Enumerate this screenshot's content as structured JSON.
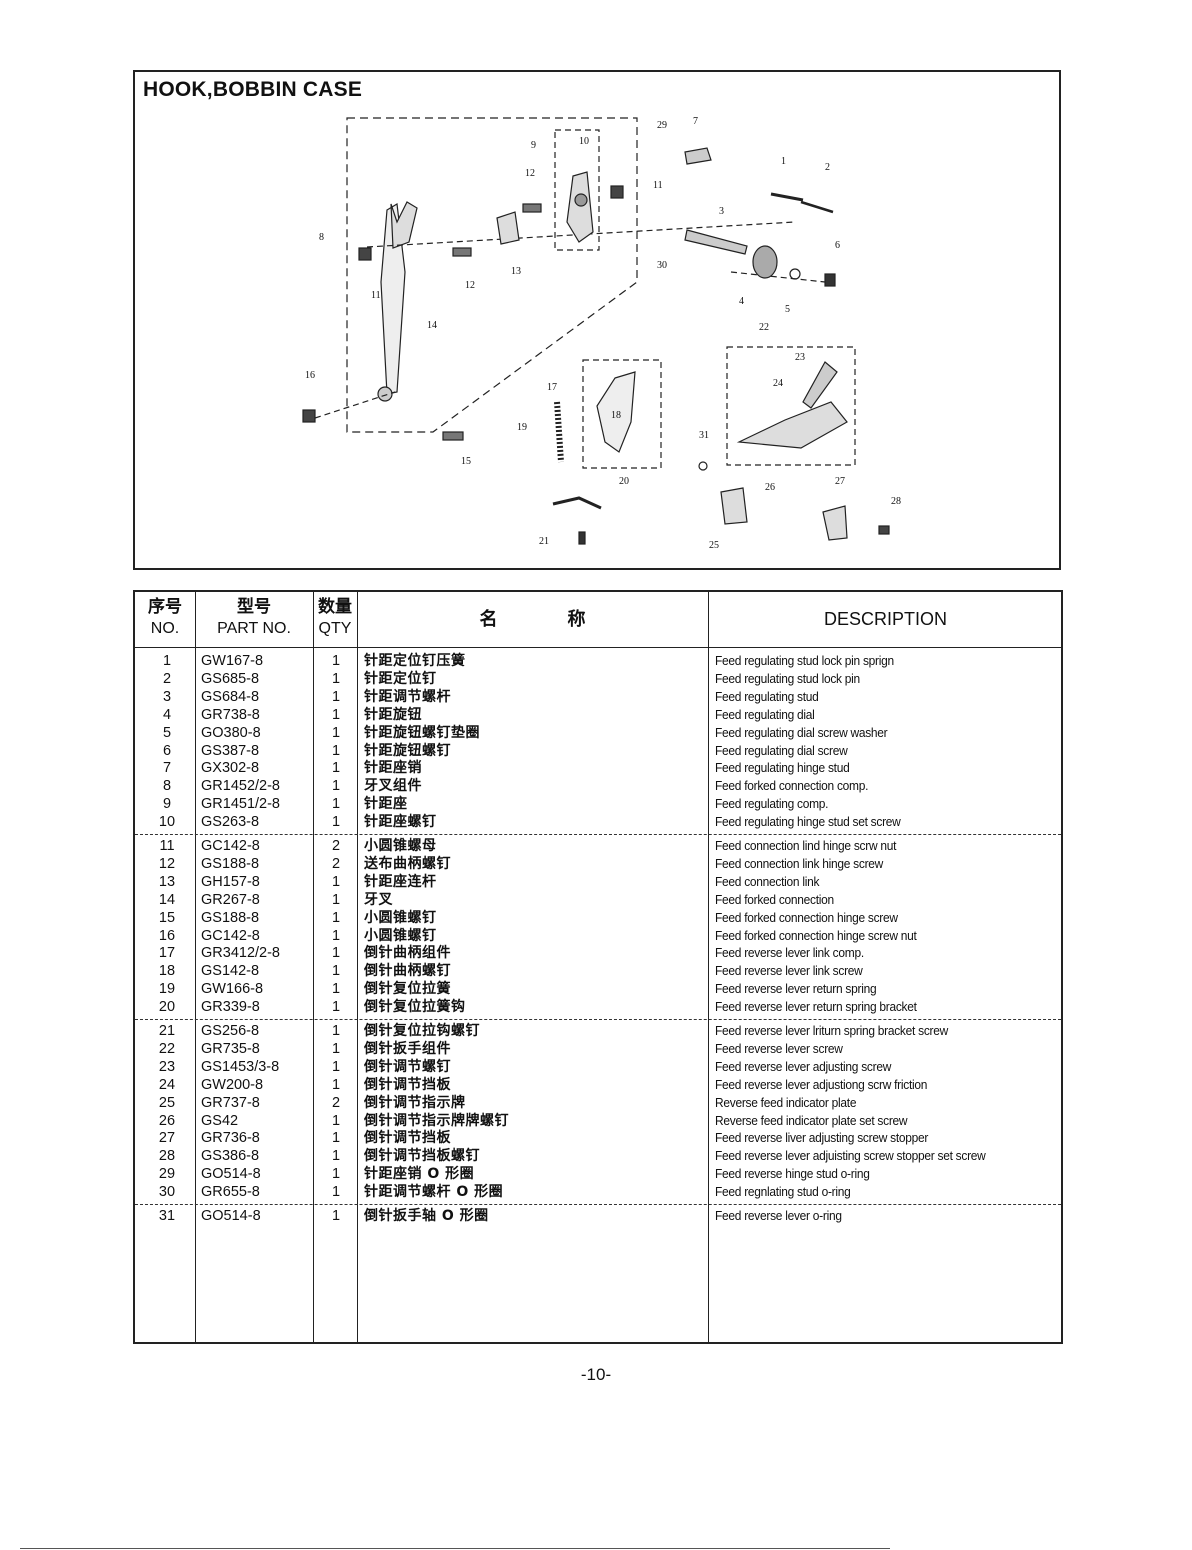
{
  "diagram": {
    "title": "HOOK,BOBBIN CASE",
    "callouts": [
      "1",
      "2",
      "3",
      "4",
      "5",
      "6",
      "7",
      "8",
      "9",
      "10",
      "11",
      "11",
      "12",
      "12",
      "13",
      "14",
      "15",
      "16",
      "17",
      "18",
      "19",
      "20",
      "21",
      "22",
      "23",
      "24",
      "25",
      "26",
      "27",
      "28",
      "29",
      "30",
      "31"
    ]
  },
  "table": {
    "headers": {
      "no_cn": "序号",
      "no_en": "NO.",
      "part_cn": "型号",
      "part_en": "PART NO.",
      "qty_cn": "数量",
      "qty_en": "QTY",
      "name_cn_1": "名",
      "name_cn_2": "称",
      "desc": "DESCRIPTION"
    },
    "rows": [
      {
        "no": "1",
        "part": "GW167-8",
        "qty": "1",
        "cn": "针距定位钉压簧",
        "desc": "Feed regulating stud lock pin sprign"
      },
      {
        "no": "2",
        "part": "GS685-8",
        "qty": "1",
        "cn": "针距定位钉",
        "desc": "Feed regulating stud lock pin"
      },
      {
        "no": "3",
        "part": "GS684-8",
        "qty": "1",
        "cn": "针距调节螺杆",
        "desc": "Feed regulating stud"
      },
      {
        "no": "4",
        "part": "GR738-8",
        "qty": "1",
        "cn": "针距旋钮",
        "desc": "Feed regulating dial"
      },
      {
        "no": "5",
        "part": "GO380-8",
        "qty": "1",
        "cn": "针距旋钮螺钉垫圈",
        "desc": "Feed regulating dial screw washer"
      },
      {
        "no": "6",
        "part": "GS387-8",
        "qty": "1",
        "cn": "针距旋钮螺钉",
        "desc": "Feed regulating dial screw"
      },
      {
        "no": "7",
        "part": "GX302-8",
        "qty": "1",
        "cn": "针距座销",
        "desc": "Feed regulating hinge stud"
      },
      {
        "no": "8",
        "part": "GR1452/2-8",
        "qty": "1",
        "cn": "牙叉组件",
        "desc": "Feed forked connection comp."
      },
      {
        "no": "9",
        "part": "GR1451/2-8",
        "qty": "1",
        "cn": "针距座",
        "desc": "Feed regulating comp."
      },
      {
        "no": "10",
        "part": "GS263-8",
        "qty": "1",
        "cn": "针距座螺钉",
        "desc": "Feed regulating hinge stud set screw"
      },
      {
        "no": "11",
        "part": "GC142-8",
        "qty": "2",
        "cn": "小圆锥螺母",
        "desc": "Feed connection lind hinge scrw nut"
      },
      {
        "no": "12",
        "part": "GS188-8",
        "qty": "2",
        "cn": "送布曲柄螺钉",
        "desc": "Feed connection link hinge screw"
      },
      {
        "no": "13",
        "part": "GH157-8",
        "qty": "1",
        "cn": "针距座连杆",
        "desc": "Feed connection link"
      },
      {
        "no": "14",
        "part": "GR267-8",
        "qty": "1",
        "cn": "牙叉",
        "desc": "Feed forked connection"
      },
      {
        "no": "15",
        "part": "GS188-8",
        "qty": "1",
        "cn": "小圆锥螺钉",
        "desc": "Feed forked connection hinge screw"
      },
      {
        "no": "16",
        "part": "GC142-8",
        "qty": "1",
        "cn": "小圆锥螺钉",
        "desc": "Feed forked connection hinge screw nut"
      },
      {
        "no": "17",
        "part": "GR3412/2-8",
        "qty": "1",
        "cn": "倒针曲柄组件",
        "desc": "Feed reverse lever link comp."
      },
      {
        "no": "18",
        "part": "GS142-8",
        "qty": "1",
        "cn": "倒针曲柄螺钉",
        "desc": "Feed reverse lever link screw"
      },
      {
        "no": "19",
        "part": "GW166-8",
        "qty": "1",
        "cn": "倒针复位拉簧",
        "desc": "Feed reverse lever return spring"
      },
      {
        "no": "20",
        "part": "GR339-8",
        "qty": "1",
        "cn": "倒针复位拉簧钩",
        "desc": "Feed reverse lever return spring bracket"
      },
      {
        "no": "21",
        "part": "GS256-8",
        "qty": "1",
        "cn": "倒针复位拉钩螺钉",
        "desc": "Feed reverse lever lriturn spring bracket screw"
      },
      {
        "no": "22",
        "part": "GR735-8",
        "qty": "1",
        "cn": "倒针扳手组件",
        "desc": "Feed reverse lever screw"
      },
      {
        "no": "23",
        "part": "GS1453/3-8",
        "qty": "1",
        "cn": "倒针调节螺钉",
        "desc": "Feed reverse lever adjusting screw"
      },
      {
        "no": "24",
        "part": "GW200-8",
        "qty": "1",
        "cn": "倒针调节挡板",
        "desc": "Feed reverse lever adjustiong scrw friction"
      },
      {
        "no": "25",
        "part": "GR737-8",
        "qty": "2",
        "cn": "倒针调节指示牌",
        "desc": "Reverse feed indicator plate"
      },
      {
        "no": "26",
        "part": "GS42",
        "qty": "1",
        "cn": "倒针调节指示牌牌螺钉",
        "desc": "Reverse feed indicator plate set screw"
      },
      {
        "no": "27",
        "part": "GR736-8",
        "qty": "1",
        "cn": "倒针调节挡板",
        "desc": "Feed reverse liver adjusting screw stopper"
      },
      {
        "no": "28",
        "part": "GS386-8",
        "qty": "1",
        "cn": "倒针调节挡板螺钉",
        "desc": "Feed reverse lever adjuisting screw stopper set screw"
      },
      {
        "no": "29",
        "part": "GO514-8",
        "qty": "1",
        "cn": "针距座销 O 形圈",
        "desc": "Feed reverse hinge stud o-ring"
      },
      {
        "no": "30",
        "part": "GR655-8",
        "qty": "1",
        "cn": "针距调节螺杆 O 形圈",
        "desc": "Feed regnlating stud o-ring"
      },
      {
        "no": "31",
        "part": "GO514-8",
        "qty": "1",
        "cn": "倒针扳手轴 O 形圈",
        "desc": "Feed reverse lever o-ring"
      }
    ]
  },
  "page_number": "-10-"
}
